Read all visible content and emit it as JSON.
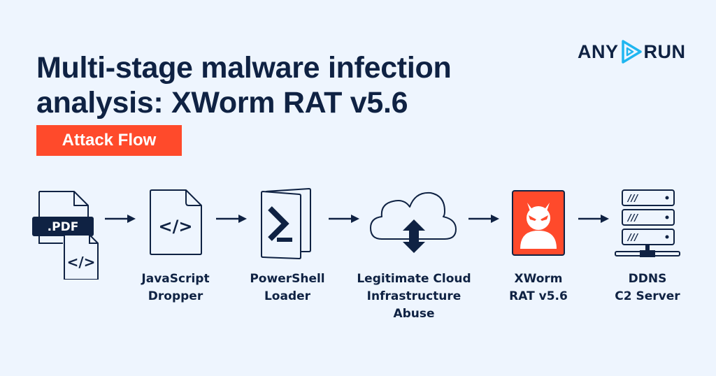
{
  "header": {
    "title_line1": "Multi-stage malware infection",
    "title_line2": "analysis: XWorm RAT v5.6",
    "badge": "Attack Flow"
  },
  "logo": {
    "left": "ANY",
    "right": "RUN",
    "accent_color": "#1fb6f0"
  },
  "colors": {
    "background": "#eef5fe",
    "primary_text": "#0f2243",
    "accent_red": "#ff4a2b"
  },
  "flow": {
    "stages": [
      {
        "id": "pdf",
        "icon": "pdf-file-with-script-icon",
        "file_tag": ".PDF",
        "code_glyph": "</>",
        "label_lines": []
      },
      {
        "id": "js",
        "icon": "javascript-file-icon",
        "code_glyph": "</>",
        "label_lines": [
          "JavaScript",
          "Dropper"
        ]
      },
      {
        "id": "ps",
        "icon": "powershell-terminal-icon",
        "label_lines": [
          "PowerShell",
          "Loader"
        ]
      },
      {
        "id": "cloud",
        "icon": "cloud-transfer-icon",
        "label_lines": [
          "Legitimate Cloud",
          "Infrastructure",
          "Abuse"
        ]
      },
      {
        "id": "rat",
        "icon": "devil-hacker-icon",
        "label_lines": [
          "XWorm",
          "RAT v5.6"
        ]
      },
      {
        "id": "c2",
        "icon": "server-rack-icon",
        "rack_glyph": "///",
        "label_lines": [
          "DDNS",
          "C2 Server"
        ]
      }
    ],
    "connector": "right-arrow"
  }
}
